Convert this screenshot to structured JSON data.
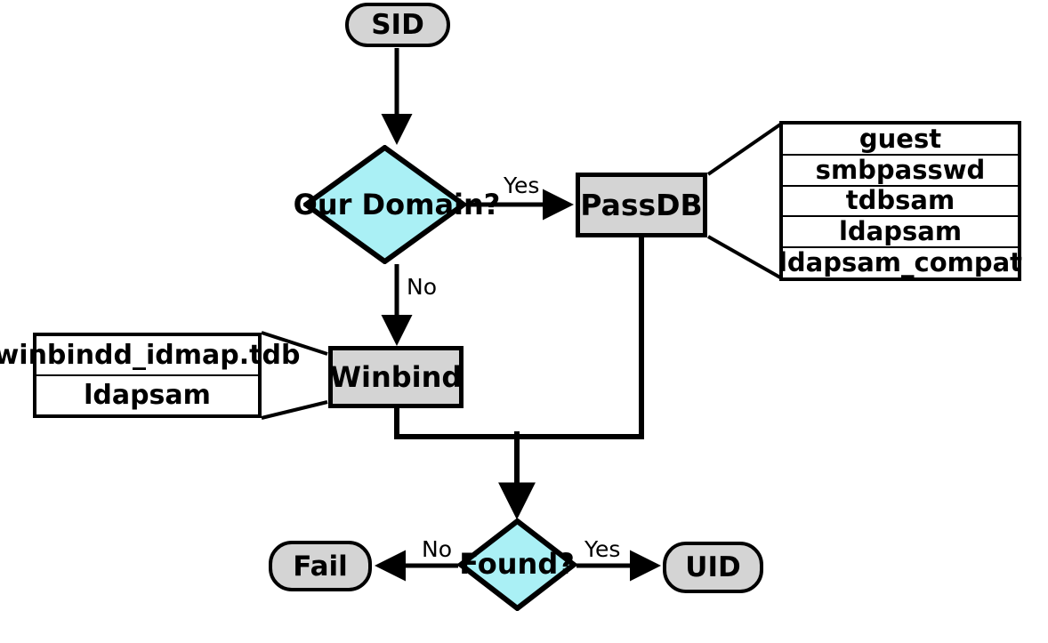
{
  "diagram": {
    "title": "Samba SID to UID resolution flow",
    "colors": {
      "decision_fill": "#aaf0f5",
      "node_fill": "#d4d4d4",
      "stroke": "#000000",
      "table_fill": "#ffffff"
    },
    "nodes": {
      "sid": {
        "label": "SID",
        "shape": "terminator"
      },
      "our_domain": {
        "label": "Our Domain?",
        "shape": "decision"
      },
      "passdb": {
        "label": "PassDB",
        "shape": "process"
      },
      "winbind": {
        "label": "Winbind",
        "shape": "process"
      },
      "found": {
        "label": "Found?",
        "shape": "decision"
      },
      "fail": {
        "label": "Fail",
        "shape": "terminator"
      },
      "uid": {
        "label": "UID",
        "shape": "terminator"
      }
    },
    "edge_labels": {
      "domain_yes": "Yes",
      "domain_no": "No",
      "found_no": "No",
      "found_yes": "Yes"
    },
    "passdb_backends": {
      "rows": [
        "guest",
        "smbpasswd",
        "tdbsam",
        "ldapsam",
        "ldapsam_compat"
      ]
    },
    "winbind_backends": {
      "rows": [
        "winbindd_idmap.tdb",
        "ldapsam"
      ]
    }
  }
}
